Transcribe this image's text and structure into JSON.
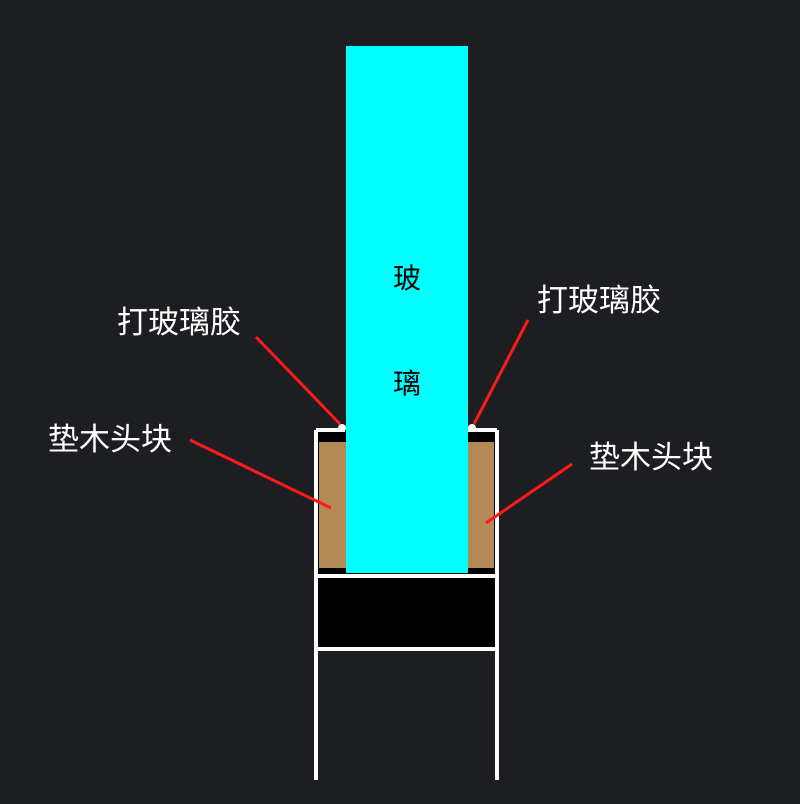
{
  "colors": {
    "background": "#1d1e22",
    "glass": "#00ffff",
    "frame": "#ffffff",
    "wood_block": "#b38a55",
    "channel_fill": "#000000",
    "leader_line": "#ff1a1a",
    "label_text": "#ffffff",
    "glass_text": "#000000"
  },
  "glass": {
    "label_top": "玻",
    "label_bottom": "璃"
  },
  "callouts": {
    "sealant_left": "打玻璃胶",
    "sealant_right": "打玻璃胶",
    "block_left": "垫木头块",
    "block_right": "垫木头块"
  }
}
